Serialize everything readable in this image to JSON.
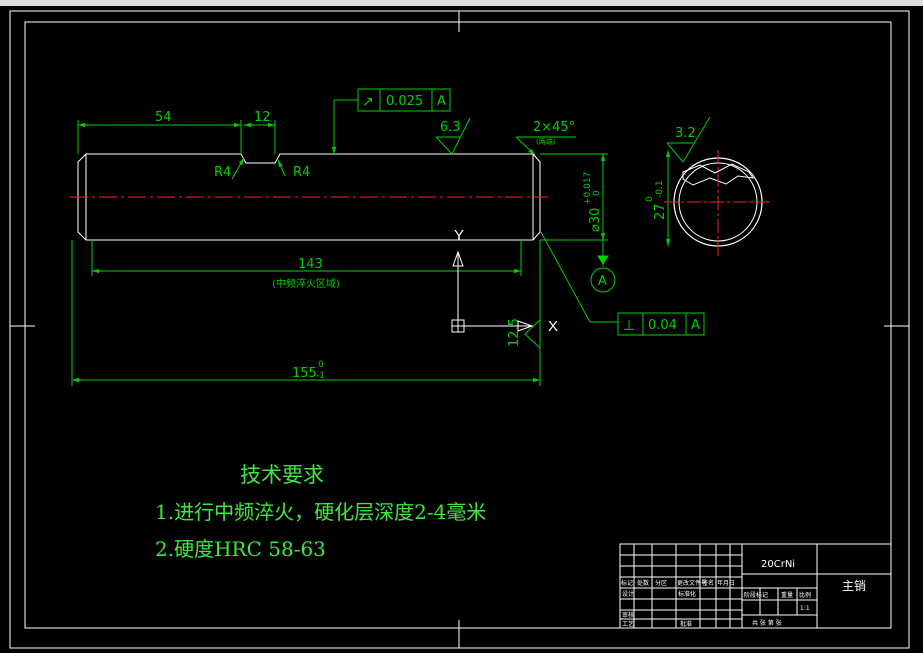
{
  "colors": {
    "background": "#000000",
    "outline": "#ffffff",
    "dimension": "#00d000",
    "center_line": "#ff2020",
    "notes": "#3ee83e"
  },
  "dimensions": {
    "len_54": "54",
    "len_12": "12",
    "r4_left": "R4",
    "r4_right": "R4",
    "len_143": "143",
    "quench_zone": "(中频淬火区域)",
    "total_len": "155",
    "total_tol_upper": "0",
    "total_tol_lower": "-1",
    "chamfer": "2×45°",
    "chamfer_note": "(两端)",
    "diameter": "⌀30",
    "dia_tol_upper": "+0.017",
    "dia_tol_lower": "0",
    "keyway_depth": "27",
    "key_tol_upper": "0",
    "key_tol_lower": "-0.1"
  },
  "roughness": {
    "top": "6.3",
    "section": "3.2",
    "end": "12.5"
  },
  "tolerance_frames": {
    "runout": {
      "symbol": "↗",
      "value": "0.025",
      "datum": "A"
    },
    "perpendicularity": {
      "symbol": "⊥",
      "value": "0.04",
      "datum": "A"
    }
  },
  "datum_label": "A",
  "ucs": {
    "x": "X",
    "y": "Y"
  },
  "notes": {
    "title": "技术要求",
    "item1": "1.进行中频淬火，硬化层深度2-4毫米",
    "item2": "2.硬度HRC 58-63"
  },
  "title_block": {
    "material": "20CrNi",
    "part_name": "主销",
    "scale": "1:1",
    "header_cells": [
      "标记",
      "处数",
      "分区",
      "更改文件号",
      "签名",
      "年月日"
    ],
    "designer": "设计",
    "standardization": "标准化",
    "stage_cells": [
      "阶段标记",
      "重量",
      "比例"
    ],
    "review": "审核",
    "process": "工艺",
    "approve": "批准",
    "sheet_info": "共 张 第 张"
  }
}
